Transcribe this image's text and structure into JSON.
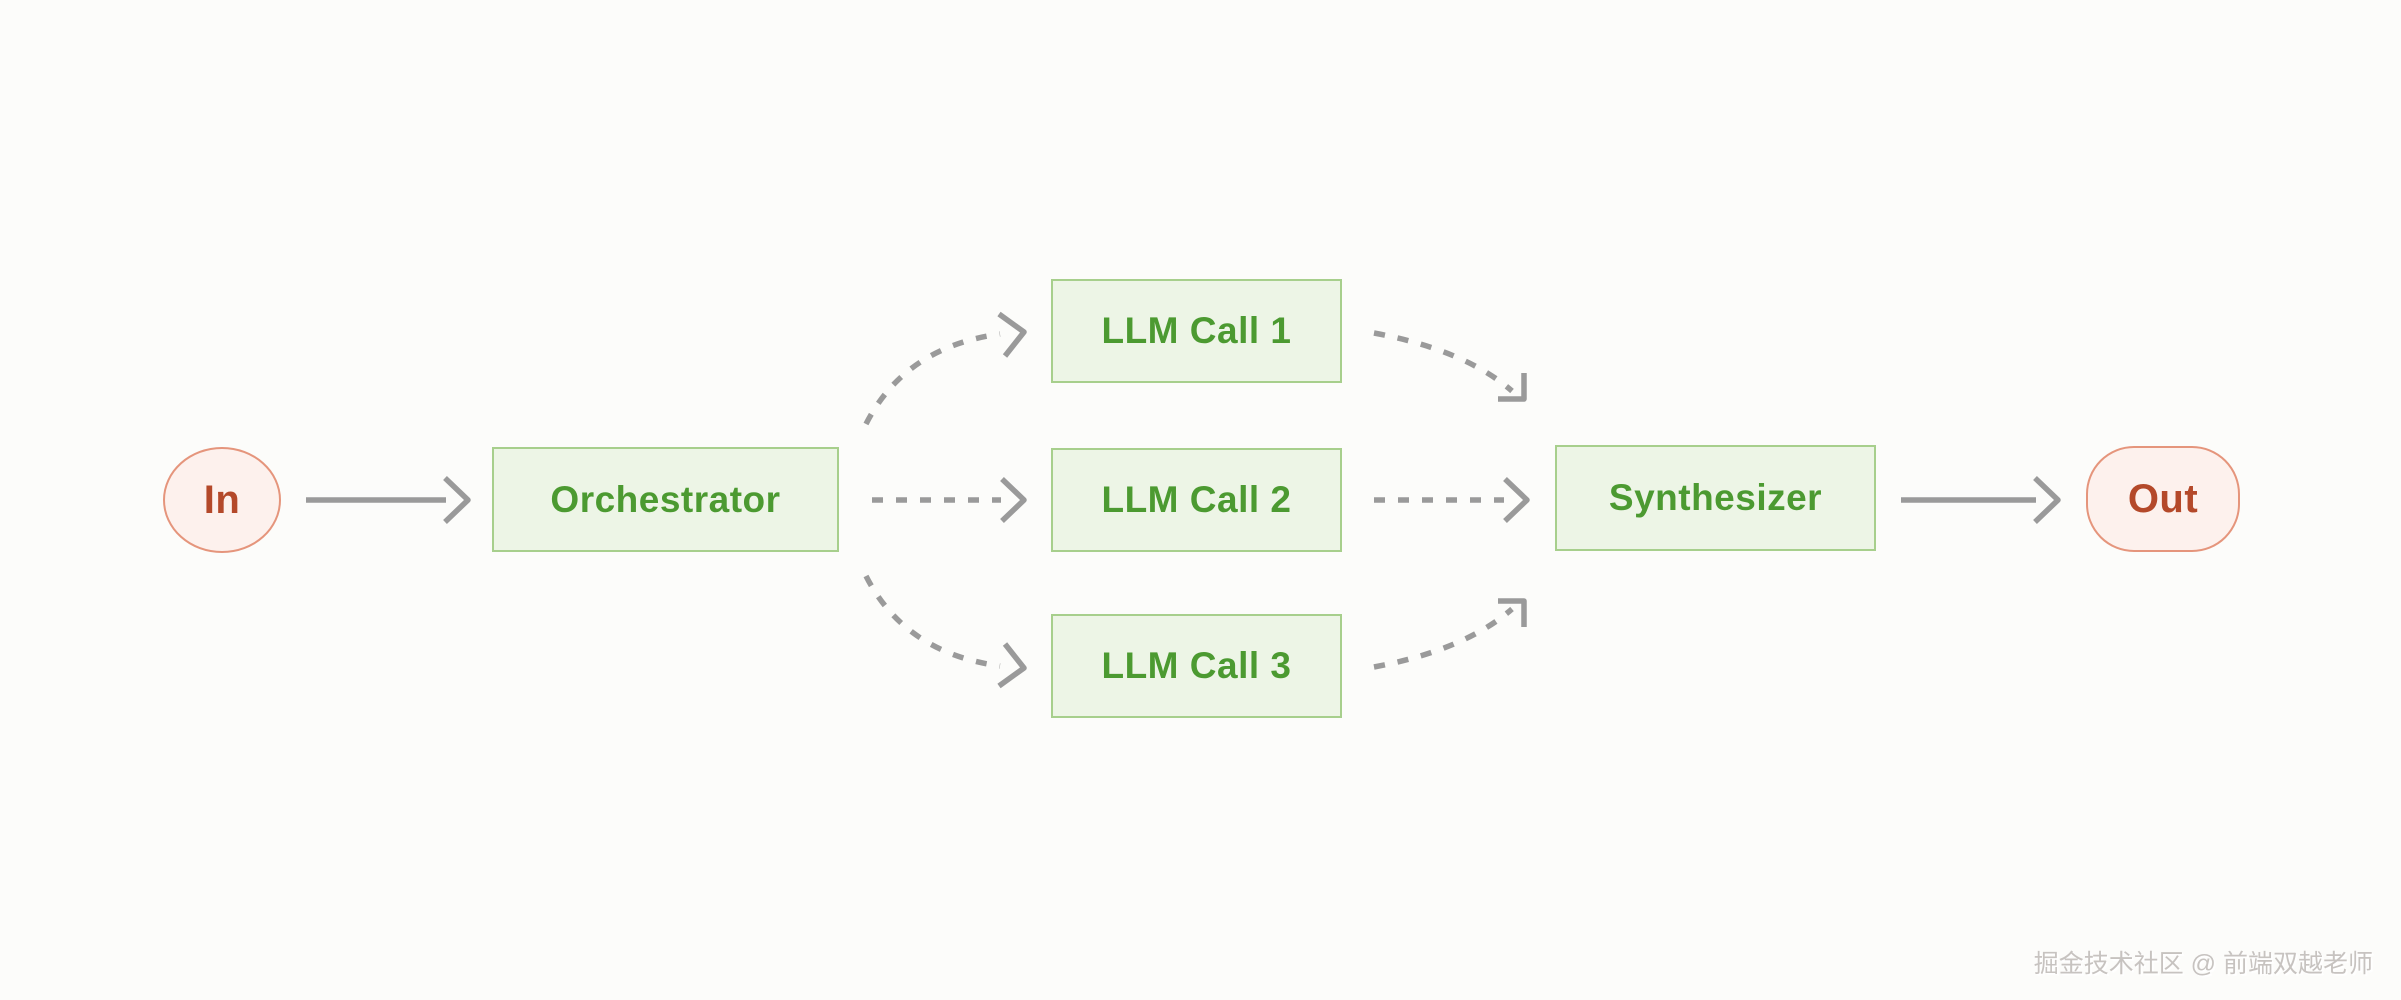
{
  "diagram": {
    "type": "flow-diagram",
    "nodes": {
      "in": {
        "label": "In",
        "shape": "circle",
        "role": "input-terminal"
      },
      "orchestrator": {
        "label": "Orchestrator",
        "shape": "rectangle",
        "role": "process"
      },
      "llm_call_1": {
        "label": "LLM Call 1",
        "shape": "rectangle",
        "role": "process"
      },
      "llm_call_2": {
        "label": "LLM Call 2",
        "shape": "rectangle",
        "role": "process"
      },
      "llm_call_3": {
        "label": "LLM Call 3",
        "shape": "rectangle",
        "role": "process"
      },
      "synthesizer": {
        "label": "Synthesizer",
        "shape": "rectangle",
        "role": "process"
      },
      "out": {
        "label": "Out",
        "shape": "rounded-pill",
        "role": "output-terminal"
      }
    },
    "edges": [
      {
        "from": "In",
        "to": "Orchestrator",
        "style": "solid",
        "path": "straight"
      },
      {
        "from": "Orchestrator",
        "to": "LLM Call 1",
        "style": "dashed",
        "path": "curve-up"
      },
      {
        "from": "Orchestrator",
        "to": "LLM Call 2",
        "style": "dashed",
        "path": "straight"
      },
      {
        "from": "Orchestrator",
        "to": "LLM Call 3",
        "style": "dashed",
        "path": "curve-down"
      },
      {
        "from": "LLM Call 1",
        "to": "Synthesizer",
        "style": "dashed",
        "path": "curve-down"
      },
      {
        "from": "LLM Call 2",
        "to": "Synthesizer",
        "style": "dashed",
        "path": "straight"
      },
      {
        "from": "LLM Call 3",
        "to": "Synthesizer",
        "style": "dashed",
        "path": "curve-up"
      }
    ]
  },
  "watermark": {
    "text": "掘金技术社区 @ 前端双越老师"
  },
  "colors": {
    "bg": "#fcfcfa",
    "green-fill": "#edf5e6",
    "green-border": "#a7cf8c",
    "green-text": "#4c9a31",
    "pink-fill": "#fdf1ed",
    "pink-border": "#e5957c",
    "pink-text": "#b4492a",
    "arrow": "#9a9a9a",
    "watermark": "#c7c3c0"
  }
}
